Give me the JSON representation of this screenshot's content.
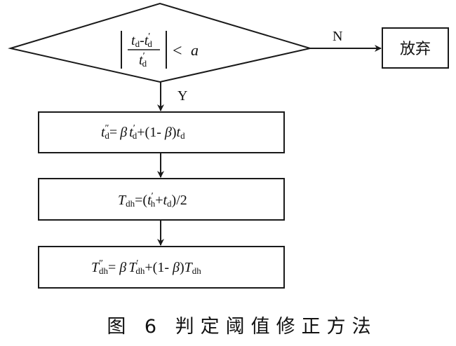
{
  "decision": {
    "numerator_a": "t",
    "numerator_a_sub": "d",
    "minus": "-",
    "numerator_b": "t",
    "numerator_b_prime": "′",
    "numerator_b_sub": "d",
    "denominator": "t",
    "denominator_prime": "′",
    "denominator_sub": "d",
    "comparison": "<",
    "threshold": "a",
    "yes_label": "Y",
    "no_label": "N"
  },
  "reject_box": {
    "label": "放弃"
  },
  "step1": {
    "lhs": "t",
    "lhs_prime": "″",
    "lhs_sub": "d",
    "eq": "=",
    "beta": "β",
    "t1": "t",
    "t1_prime": "′",
    "t1_sub": "d",
    "mid": "+(1- ",
    "beta2": "β",
    "close": ")",
    "t2": "t",
    "t2_sub": "d"
  },
  "step2": {
    "lhs": "T",
    "lhs_sub": "dh",
    "eq": "=(",
    "t1": "t",
    "t1_prime": "′",
    "t1_sub": "h",
    "plus": "+",
    "t2": "t",
    "t2_sub": "d",
    "tail": ")/2"
  },
  "step3": {
    "lhs": "T",
    "lhs_prime": "″",
    "lhs_sub": "dh",
    "eq": "= ",
    "beta": "β",
    "t1": "T",
    "t1_prime": "′",
    "t1_sub": "dh",
    "mid": "+(1- ",
    "beta2": "β",
    "close": ")",
    "t2": "T",
    "t2_sub": "dh"
  },
  "caption": {
    "text": "图 6  判定阈值修正方法"
  },
  "colors": {
    "line": "#1a1a1a",
    "background": "#ffffff"
  }
}
